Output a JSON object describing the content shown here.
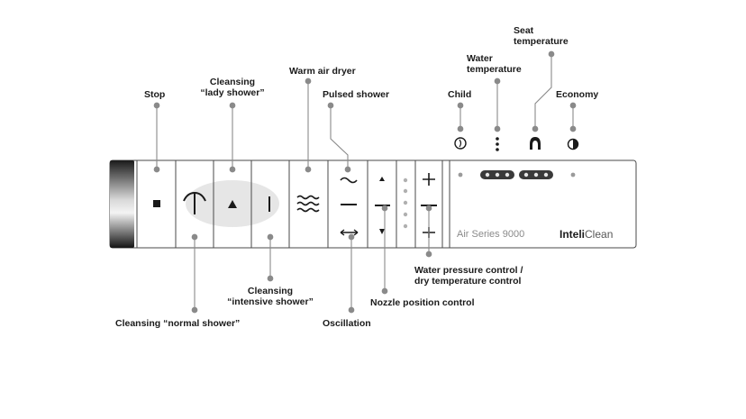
{
  "labels": {
    "stop": "Stop",
    "lady_line1": "Cleansing",
    "lady_line2": "“lady  shower”",
    "warm_air": "Warm air dryer",
    "pulsed": "Pulsed shower",
    "child": "Child",
    "water_temp_line1": "Water",
    "water_temp_line2": "temperature",
    "seat_temp_line1": "Seat",
    "seat_temp_line2": "temperature",
    "economy": "Economy",
    "intensive_line1": "Cleansing",
    "intensive_line2": "“intensive shower”",
    "normal": "Cleansing “normal shower”",
    "oscillation": "Oscillation",
    "nozzle": "Nozzle position control",
    "pressure_line1": "Water pressure control /",
    "pressure_line2": "dry temperature control"
  },
  "panel": {
    "series": "Air Series 9000",
    "brand_bold": "Inteli",
    "brand_light": "Clean"
  },
  "icons": {
    "stop": "stop-square-icon",
    "normal": "normal-shower-arc-icon",
    "lady": "triangle-up-icon",
    "intensive": "vertical-bar-icon",
    "warm_air": "three-waves-icon",
    "pulsed": "tilde-wave-icon",
    "oscillation": "double-arrow-icon",
    "child": "child-face-icon",
    "water_temp": "water-drops-icon",
    "seat_temp": "seat-icon",
    "economy": "half-circle-icon"
  }
}
